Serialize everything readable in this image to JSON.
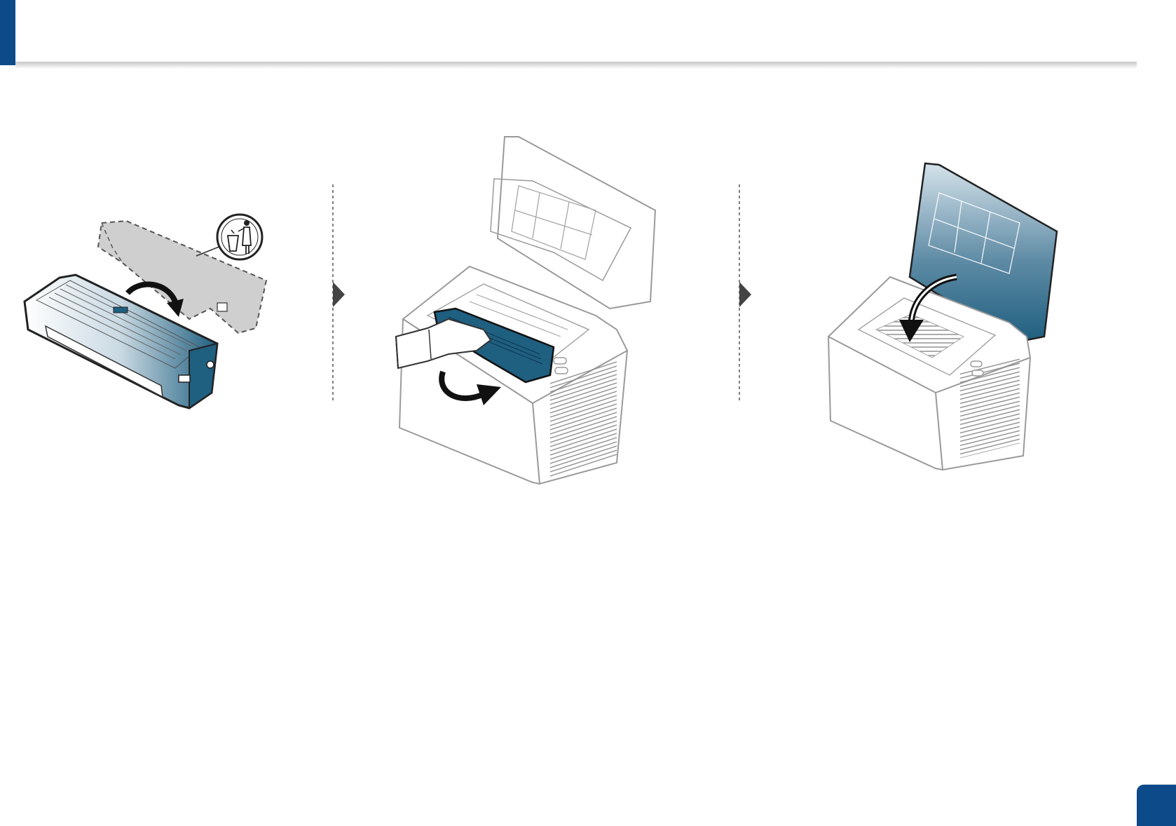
{
  "page": {
    "accent_color": "#0d4a8a",
    "cartridge_color": "#1f5f80",
    "line_color": "#333333",
    "light_line_color": "#a6a6a6"
  },
  "steps": [
    {
      "label": "",
      "icon": "toner-cartridge-unpack"
    },
    {
      "label": "",
      "icon": "insert-cartridge"
    },
    {
      "label": "",
      "icon": "close-cover"
    }
  ],
  "icons": {
    "disposal": "trash-disposal-icon",
    "separator": "triangle-right-icon"
  }
}
